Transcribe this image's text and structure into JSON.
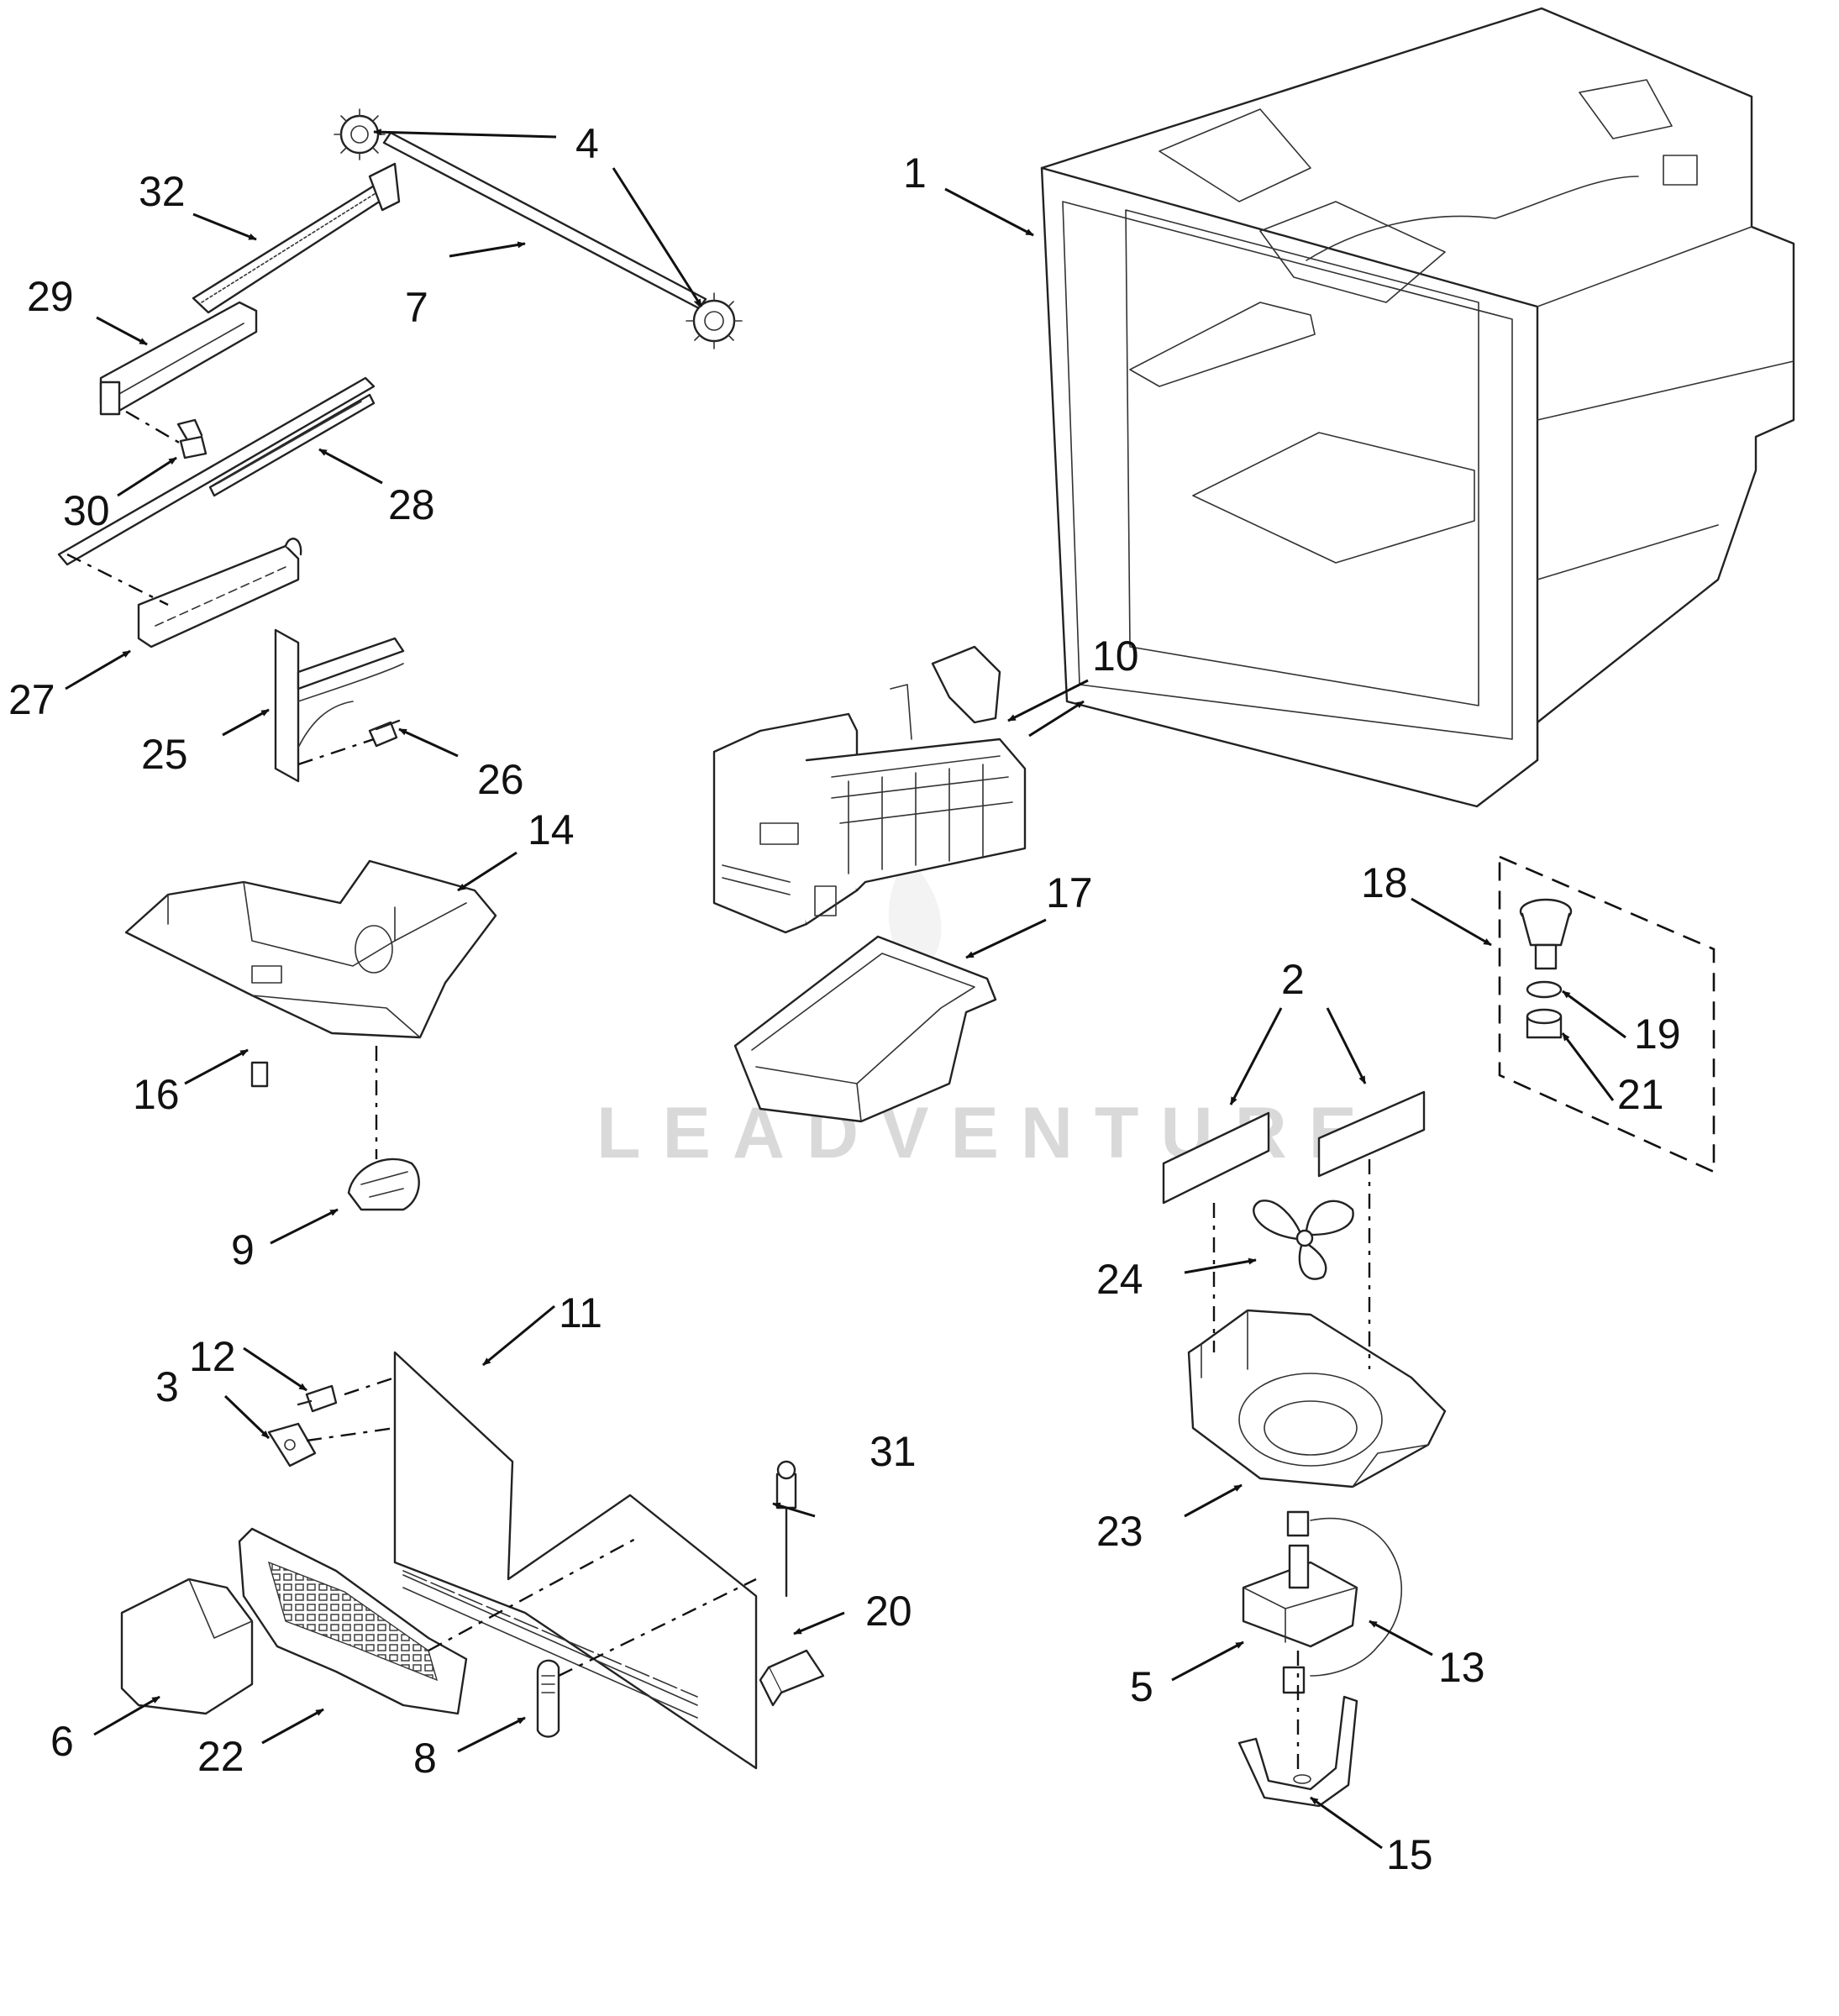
{
  "watermark": "LEADVENTURE",
  "colors": {
    "line": "#222222",
    "text": "#111111",
    "watermark": "#d9d9d9",
    "background": "#ffffff"
  },
  "callouts": {
    "c1": "1",
    "c2": "2",
    "c3": "3",
    "c4": "4",
    "c5": "5",
    "c6": "6",
    "c7": "7",
    "c8": "8",
    "c9": "9",
    "c10": "10",
    "c11": "11",
    "c12": "12",
    "c13": "13",
    "c14": "14",
    "c15": "15",
    "c16": "16",
    "c17": "17",
    "c18": "18",
    "c19": "19",
    "c20": "20",
    "c21": "21",
    "c22": "22",
    "c23": "23",
    "c24": "24",
    "c25": "25",
    "c26": "26",
    "c27": "27",
    "c28": "28",
    "c29": "29",
    "c30": "30",
    "c31": "31",
    "c32": "32"
  }
}
